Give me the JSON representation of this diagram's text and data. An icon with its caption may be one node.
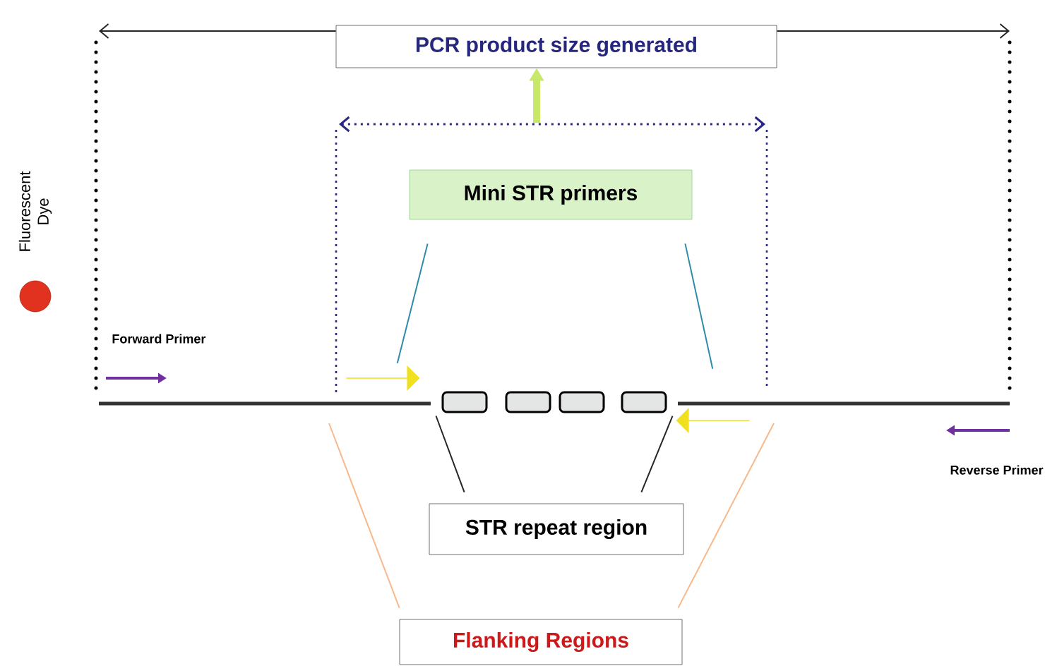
{
  "diagram": {
    "nodes": [
      {
        "text": [
          "PCR product size generated"
        ]
      },
      {
        "text": [
          "Mini STR primers"
        ]
      },
      {
        "text": [
          "STR repeat region"
        ]
      },
      {
        "text": [
          "Flanking Regions"
        ]
      },
      {
        "text": [],
        "shape": "circle",
        "beside": [
          "Fluorescent Dye"
        ]
      },
      {
        "text": [],
        "shape": "box"
      },
      {
        "text": [],
        "shape": "box"
      },
      {
        "text": [],
        "shape": "box"
      },
      {
        "text": [],
        "shape": "box"
      },
      {
        "text": [],
        "shape": "arrow"
      },
      {
        "text": [],
        "shape": "arrow"
      }
    ],
    "edges": [
      {
        "from": 0,
        "to": null,
        "arrow": "to"
      },
      {
        "from": 0,
        "to": null,
        "arrow": "to"
      },
      {
        "from": null,
        "to": 0,
        "arrow": "to",
        "style": "thick",
        "color": "#c8e86a"
      },
      {
        "from": 1,
        "to": 9,
        "arrow": "none",
        "color": "#2e8ca8"
      },
      {
        "from": 1,
        "to": 10,
        "arrow": "none",
        "color": "#2e8ca8"
      },
      {
        "from": 2,
        "to": 5,
        "arrow": "none"
      },
      {
        "from": 2,
        "to": 8,
        "arrow": "none"
      },
      {
        "from": 3,
        "to": null,
        "arrow": "none",
        "color": "#f7b98b"
      },
      {
        "from": 3,
        "to": null,
        "arrow": "none",
        "color": "#f7b98b"
      }
    ],
    "labels": [
      "Forward Primer",
      "Reverse Primer"
    ]
  }
}
